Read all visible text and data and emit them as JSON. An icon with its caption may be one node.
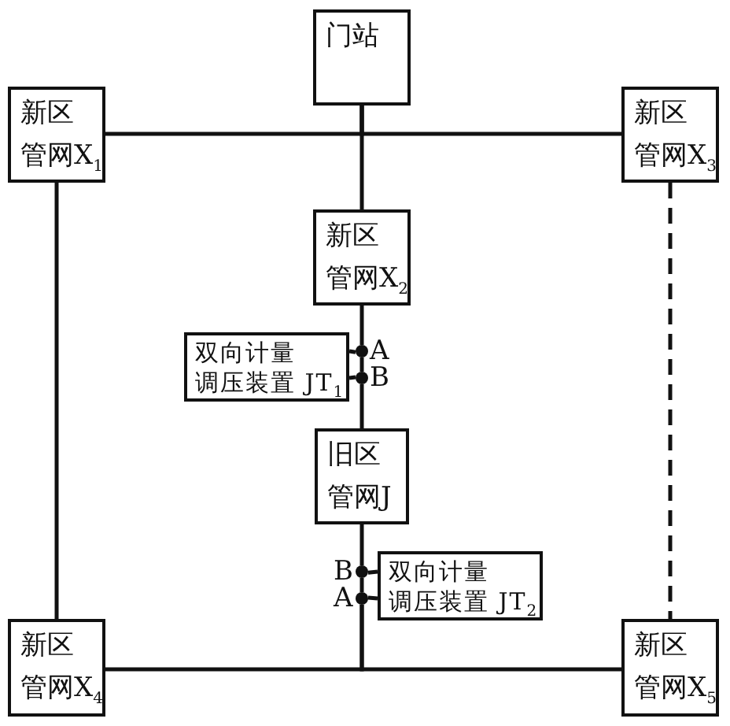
{
  "diagram": {
    "nodes": [
      {
        "text": [
          "门站"
        ]
      },
      {
        "text": [
          "新区",
          "管网X$_{1}$"
        ]
      },
      {
        "text": [
          "新区",
          "管网X$_{3}$"
        ]
      },
      {
        "text": [
          "新区",
          "管网X$_{2}$"
        ]
      },
      {
        "text": [
          "双向计量",
          "调压装置 JT$_{1}$"
        ]
      },
      {
        "text": [],
        "shape": "circle",
        "beside": [
          "A"
        ]
      },
      {
        "text": [],
        "shape": "circle",
        "beside": [
          "B"
        ]
      },
      {
        "text": [
          "旧区",
          "管网J"
        ]
      },
      {
        "text": [],
        "shape": "circle",
        "beside": [
          "B"
        ]
      },
      {
        "text": [
          "双向计量",
          "调压装置 JT$_{2}$"
        ]
      },
      {
        "text": [],
        "shape": "circle",
        "beside": [
          "A"
        ]
      },
      {
        "text": [
          "新区",
          "管网X$_{4}$"
        ]
      },
      {
        "text": [
          "新区",
          "管网X$_{5}$"
        ]
      }
    ],
    "edges": [
      {
        "from": 0,
        "to": 1,
        "arrow": "none"
      },
      {
        "from": 0,
        "to": 2,
        "arrow": "none"
      },
      {
        "from": 0,
        "to": 3,
        "arrow": "none"
      },
      {
        "from": 3,
        "to": 5,
        "arrow": "none"
      },
      {
        "from": 5,
        "to": 6,
        "arrow": "none"
      },
      {
        "from": 6,
        "to": 7,
        "arrow": "none"
      },
      {
        "from": 4,
        "to": 5,
        "arrow": "none"
      },
      {
        "from": 4,
        "to": 6,
        "arrow": "none"
      },
      {
        "from": 7,
        "to": 8,
        "arrow": "none"
      },
      {
        "from": 8,
        "to": 10,
        "arrow": "none"
      },
      {
        "from": 9,
        "to": 8,
        "arrow": "none"
      },
      {
        "from": 9,
        "to": 10,
        "arrow": "none"
      },
      {
        "from": 10,
        "to": 11,
        "arrow": "none"
      },
      {
        "from": 10,
        "to": 12,
        "arrow": "none"
      },
      {
        "from": 1,
        "to": 11,
        "arrow": "none"
      },
      {
        "from": 2,
        "to": 12,
        "arrow": "none",
        "style": "dashed"
      }
    ]
  }
}
